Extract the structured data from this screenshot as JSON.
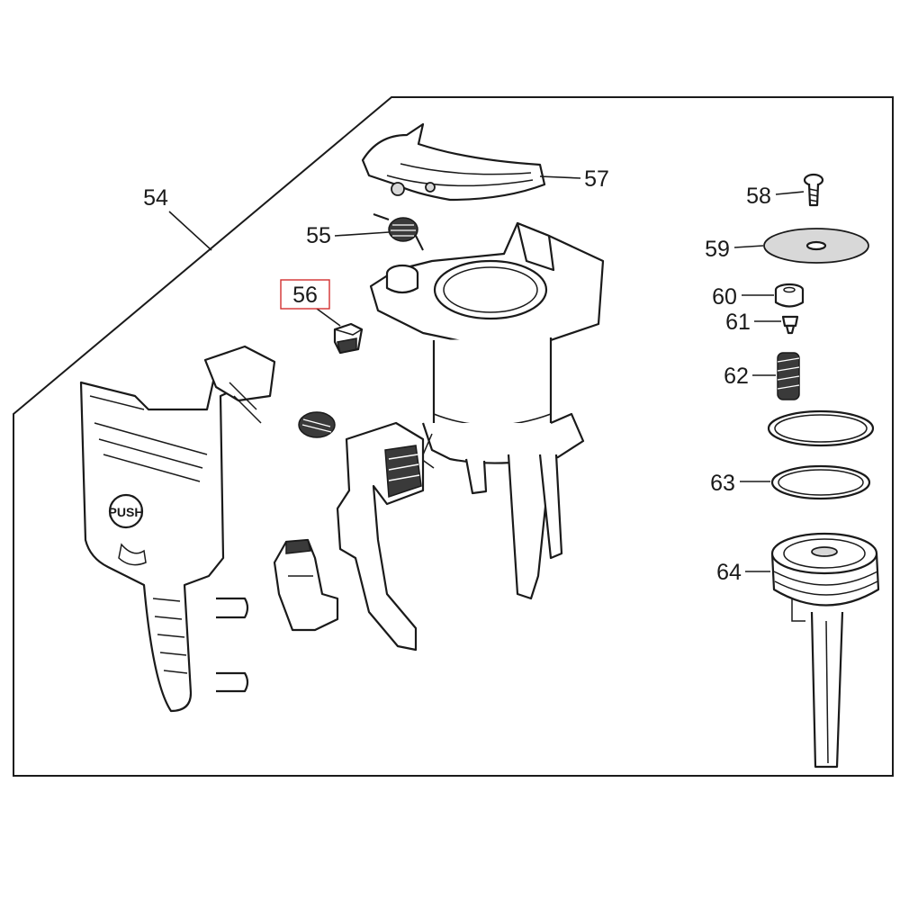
{
  "diagram": {
    "callouts": [
      {
        "id": "54",
        "label": "54"
      },
      {
        "id": "55",
        "label": "55"
      },
      {
        "id": "56",
        "label": "56",
        "highlighted": true
      },
      {
        "id": "57",
        "label": "57"
      },
      {
        "id": "58",
        "label": "58"
      },
      {
        "id": "59",
        "label": "59"
      },
      {
        "id": "60",
        "label": "60"
      },
      {
        "id": "61",
        "label": "61"
      },
      {
        "id": "62",
        "label": "62"
      },
      {
        "id": "63",
        "label": "63"
      },
      {
        "id": "64",
        "label": "64"
      }
    ],
    "part_stamp": "PUSH",
    "highlight_color": "#d32f2f"
  }
}
